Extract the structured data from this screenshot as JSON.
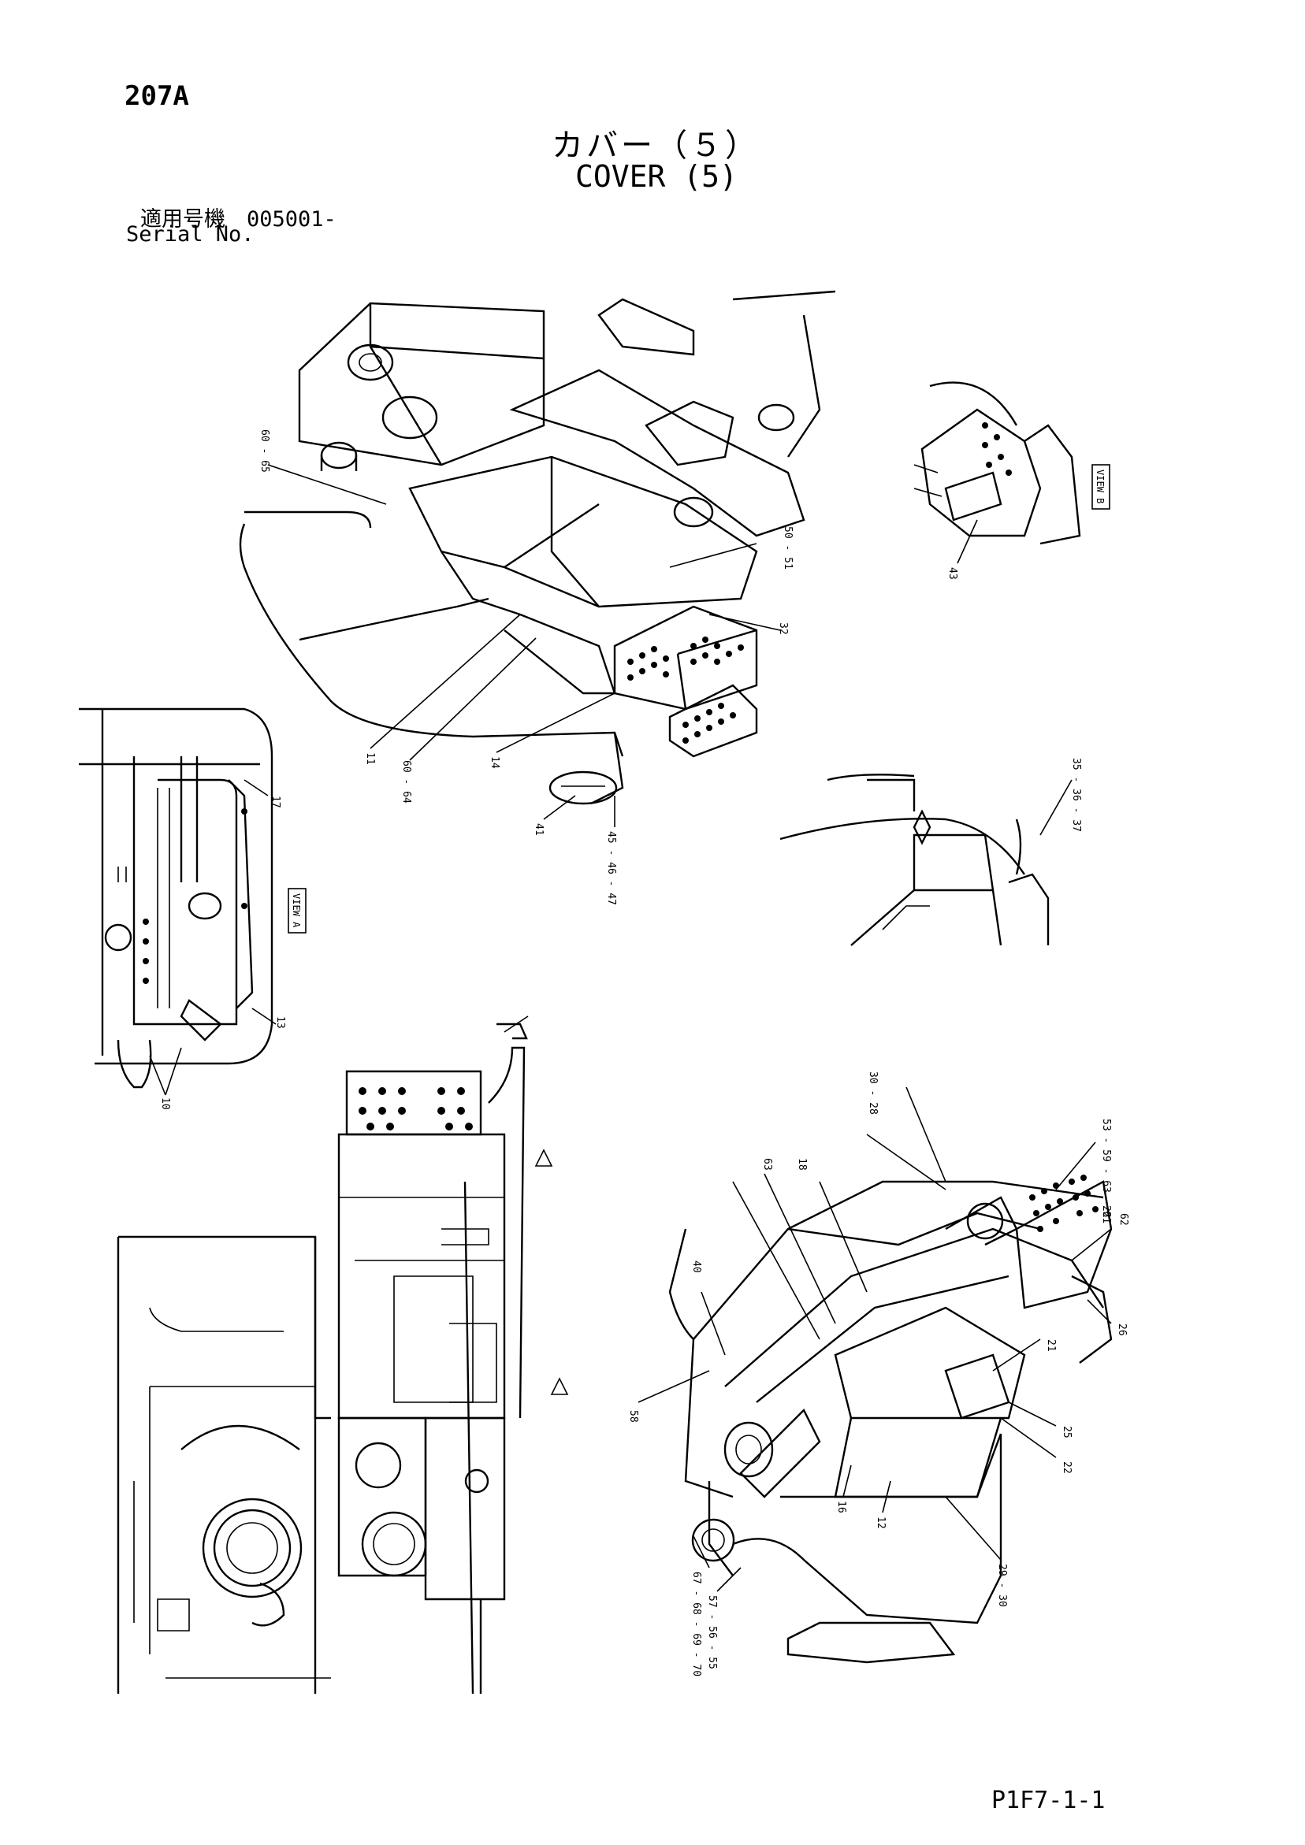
{
  "header": {
    "page_code": "207A",
    "title_jp": "カバー（５）",
    "title_en": "COVER (5)",
    "serial_jp": "適用号機　005001-",
    "serial_en": "Serial No."
  },
  "footer": {
    "code": "P1F7-1-1"
  },
  "view_tags": {
    "view_a": "VIEW A",
    "view_b": "VIEW B"
  },
  "callouts": {
    "top": [
      "60 - 65",
      "50 - 51",
      "32",
      "11",
      "60 - 64",
      "14",
      "41",
      "45 - 46 - 47"
    ],
    "view_b": [
      "43"
    ],
    "right_mid": [
      "35 - 36 - 37"
    ],
    "view_a": [
      "17",
      "13",
      "10"
    ],
    "bottom_right": [
      "30 - 28",
      "53 - 59 - 63 - 61",
      "18",
      "62",
      "63",
      "22",
      "40",
      "58",
      "26",
      "21",
      "25",
      "22",
      "67 - 68 - 69 - 70",
      "16",
      "12",
      "29 - 30",
      "57 - 56 - 55"
    ]
  }
}
